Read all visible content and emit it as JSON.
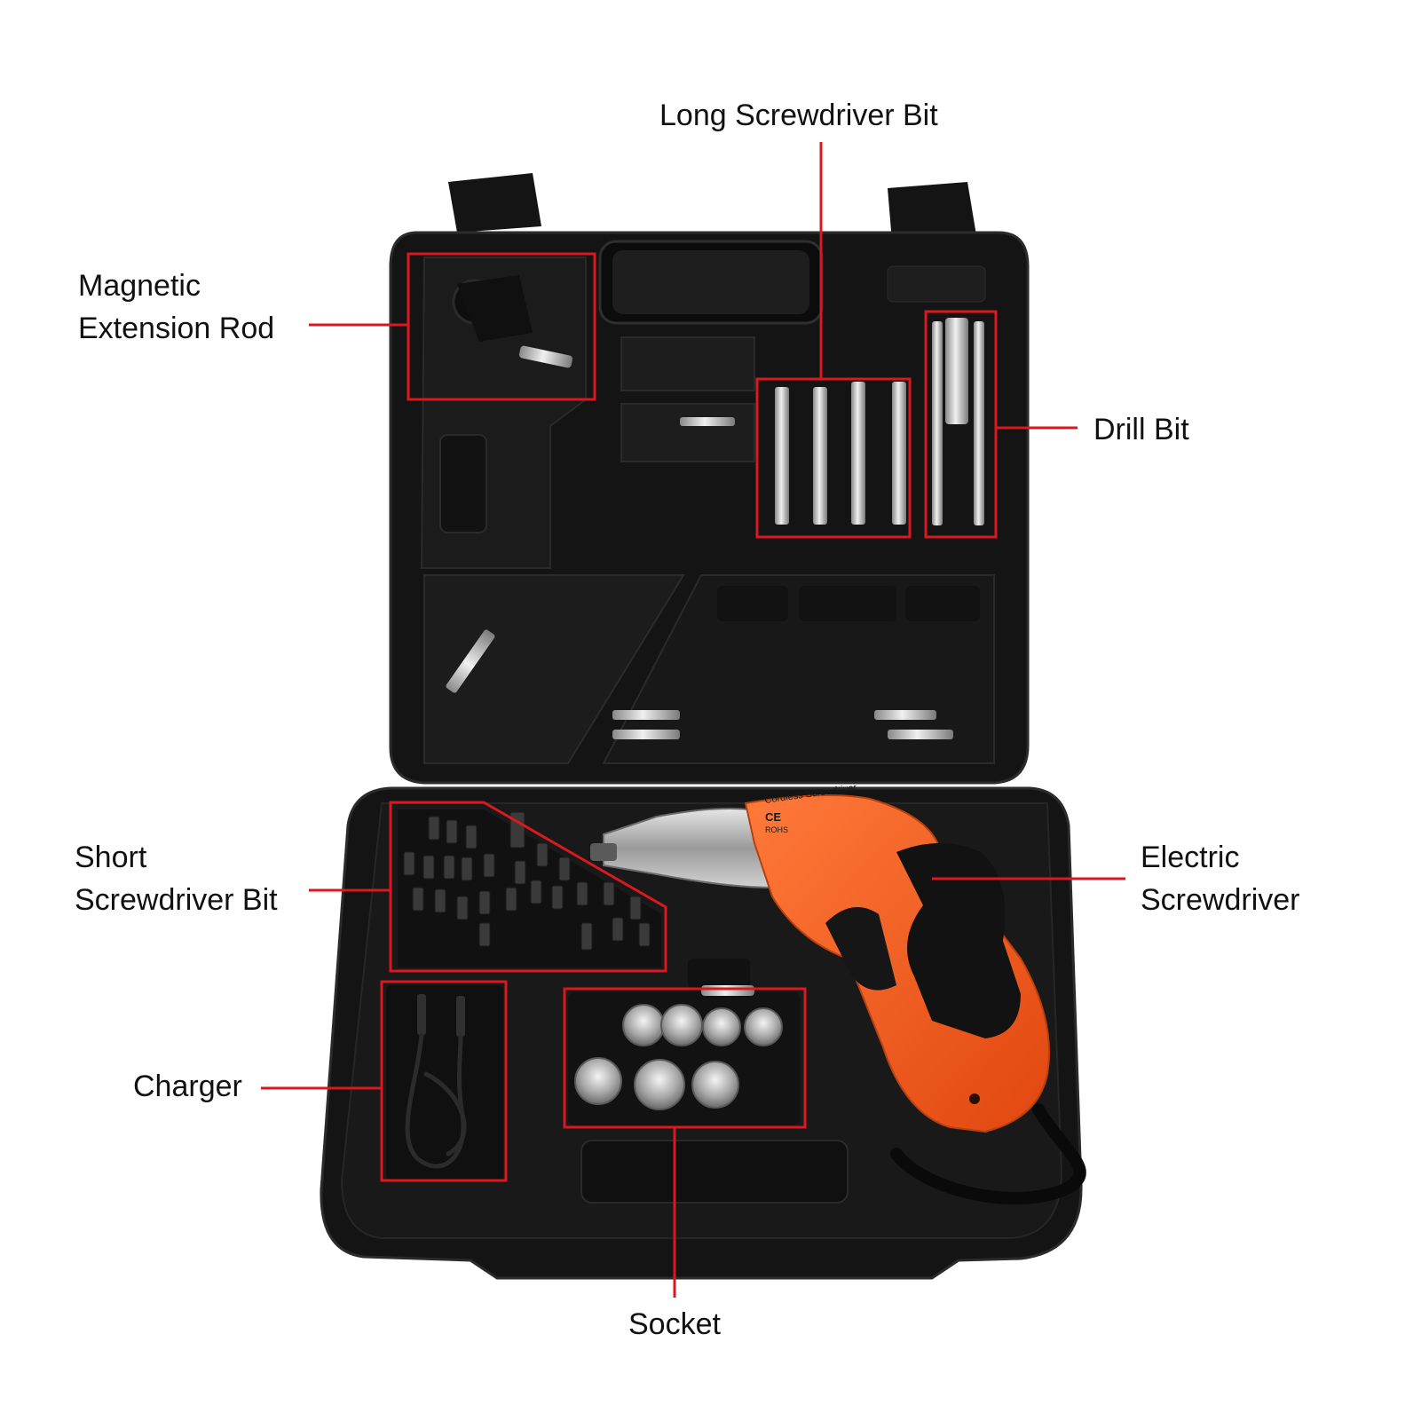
{
  "colors": {
    "background": "#ffffff",
    "case": "#141414",
    "case_edge": "#2a2a2a",
    "tray": "#1c1c1c",
    "callout": "#d9181f",
    "orange": "#f05a1e",
    "silver": "#b8b8b8",
    "text": "#111111"
  },
  "callouts": {
    "long_bit": "Long Screwdriver Bit",
    "magnetic_line1": "Magnetic",
    "magnetic_line2": "Extension Rod",
    "drill_bit": "Drill Bit",
    "short_line1": "Short",
    "short_line2": "Screwdriver Bit",
    "electric_line1": "Electric",
    "electric_line2": "Screwdriver",
    "charger": "Charger",
    "socket": "Socket"
  },
  "product_print": {
    "model": "Cordless Screwdriver",
    "ce": "CE",
    "rohs": "ROHS"
  }
}
